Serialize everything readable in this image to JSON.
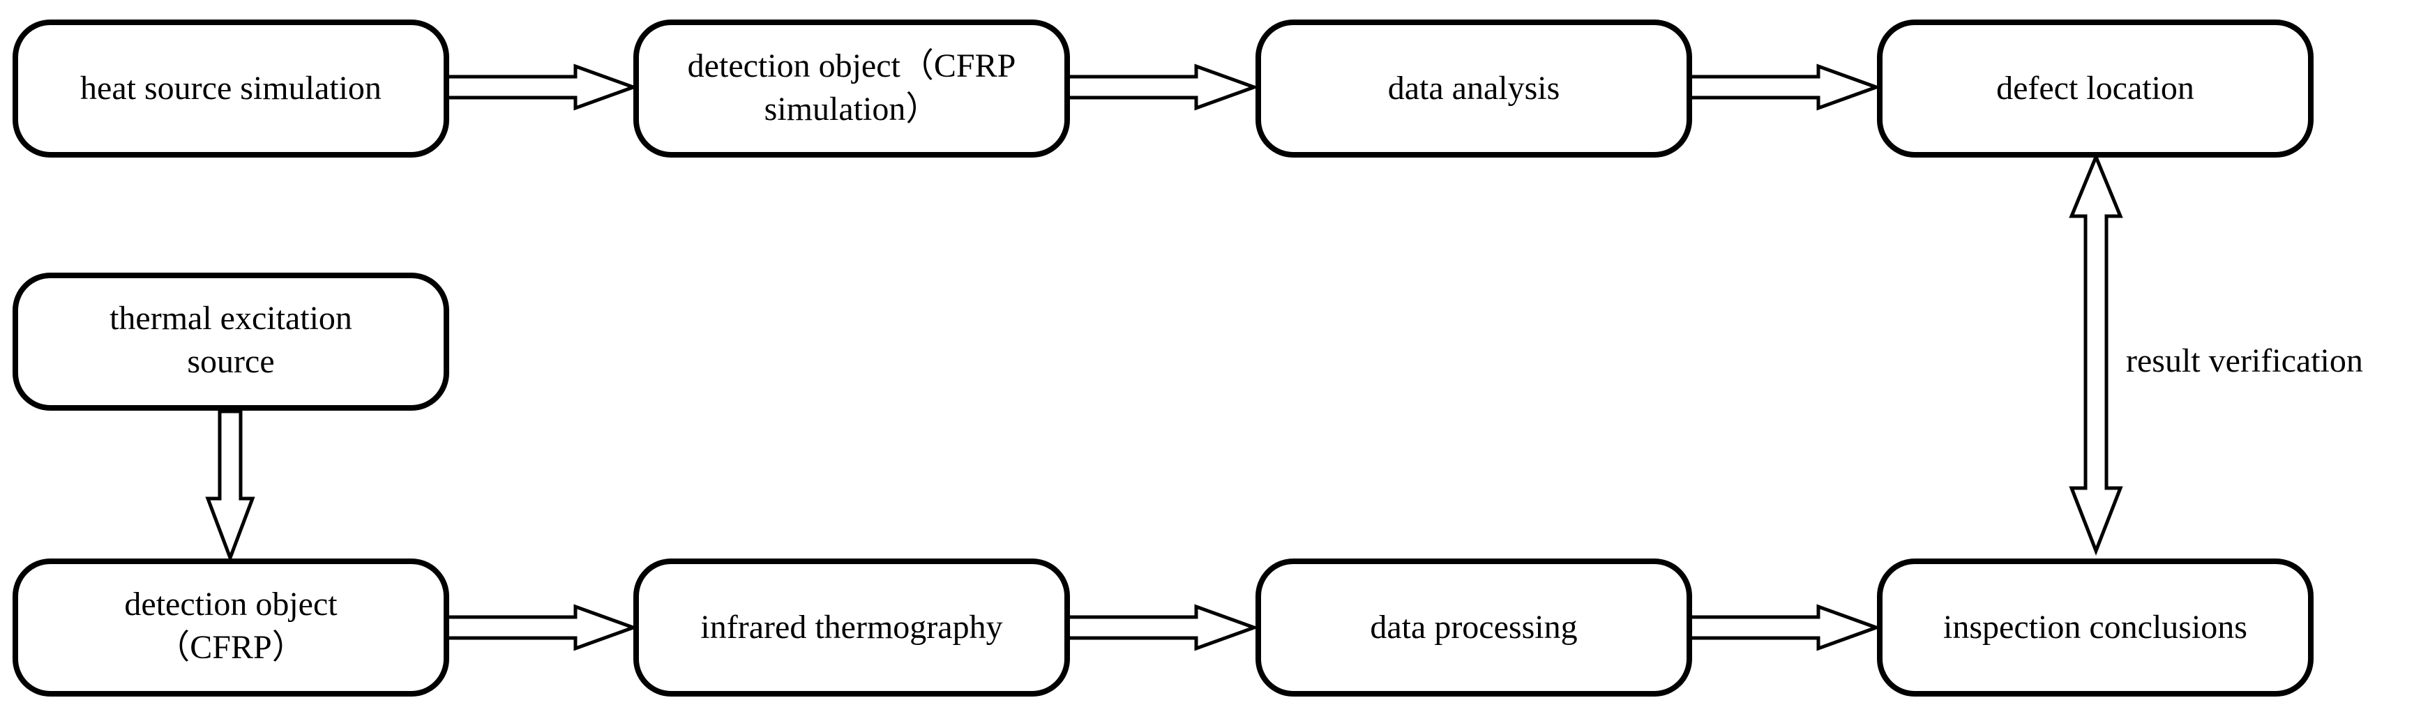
{
  "nodes": {
    "heat_source_simulation": {
      "lines": [
        "heat source simulation"
      ]
    },
    "detection_object_cfrp_simulation": {
      "lines": [
        "detection object（CFRP",
        "simulation）"
      ]
    },
    "data_analysis": {
      "lines": [
        "data analysis"
      ]
    },
    "defect_location": {
      "lines": [
        "defect location"
      ]
    },
    "thermal_excitation_source": {
      "lines": [
        "thermal excitation",
        "source"
      ]
    },
    "detection_object_cfrp": {
      "lines": [
        "detection object",
        "（CFRP）"
      ]
    },
    "infrared_thermography": {
      "lines": [
        "infrared thermography"
      ]
    },
    "data_processing": {
      "lines": [
        "data processing"
      ]
    },
    "inspection_conclusions": {
      "lines": [
        "inspection conclusions"
      ]
    }
  },
  "edges": {
    "result_verification": {
      "label": "result verification"
    }
  },
  "colors": {
    "stroke": "#000000",
    "fill": "#ffffff",
    "background": "#ffffff"
  }
}
